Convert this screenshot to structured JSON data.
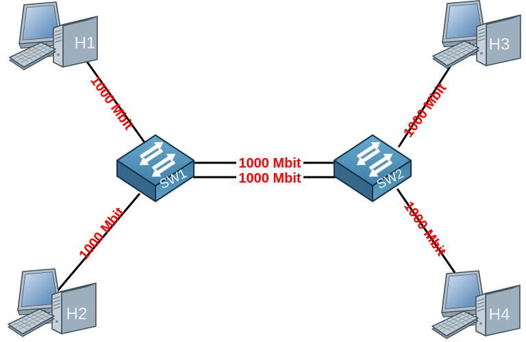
{
  "diagram": {
    "type": "network-topology",
    "background": "#ffffff",
    "nodes": {
      "h1": {
        "label": "H1",
        "type": "host",
        "position": "top-left"
      },
      "h2": {
        "label": "H2",
        "type": "host",
        "position": "bottom-left"
      },
      "h3": {
        "label": "H3",
        "type": "host",
        "position": "top-right"
      },
      "h4": {
        "label": "H4",
        "type": "host",
        "position": "bottom-right"
      },
      "sw1": {
        "label": "SW1",
        "type": "switch",
        "position": "center-left"
      },
      "sw2": {
        "label": "SW2",
        "type": "switch",
        "position": "center-right"
      }
    },
    "links": [
      {
        "from": "H1",
        "to": "SW1",
        "label": "1000 Mbit"
      },
      {
        "from": "H2",
        "to": "SW1",
        "label": "1000 Mbit"
      },
      {
        "from": "SW1",
        "to": "SW2",
        "label": "1000 Mbit"
      },
      {
        "from": "SW1",
        "to": "SW2",
        "label": "1000 Mbit"
      },
      {
        "from": "H3",
        "to": "SW2",
        "label": "1000 Mbit"
      },
      {
        "from": "SW2",
        "to": "H4",
        "label": "1000 Mbit"
      }
    ],
    "colors": {
      "link_label": "#ff0000",
      "link_line": "#000000",
      "switch_body": "#4a8cb3",
      "host_body": "#9dafbd",
      "node_label_text": "#ffffff"
    }
  }
}
